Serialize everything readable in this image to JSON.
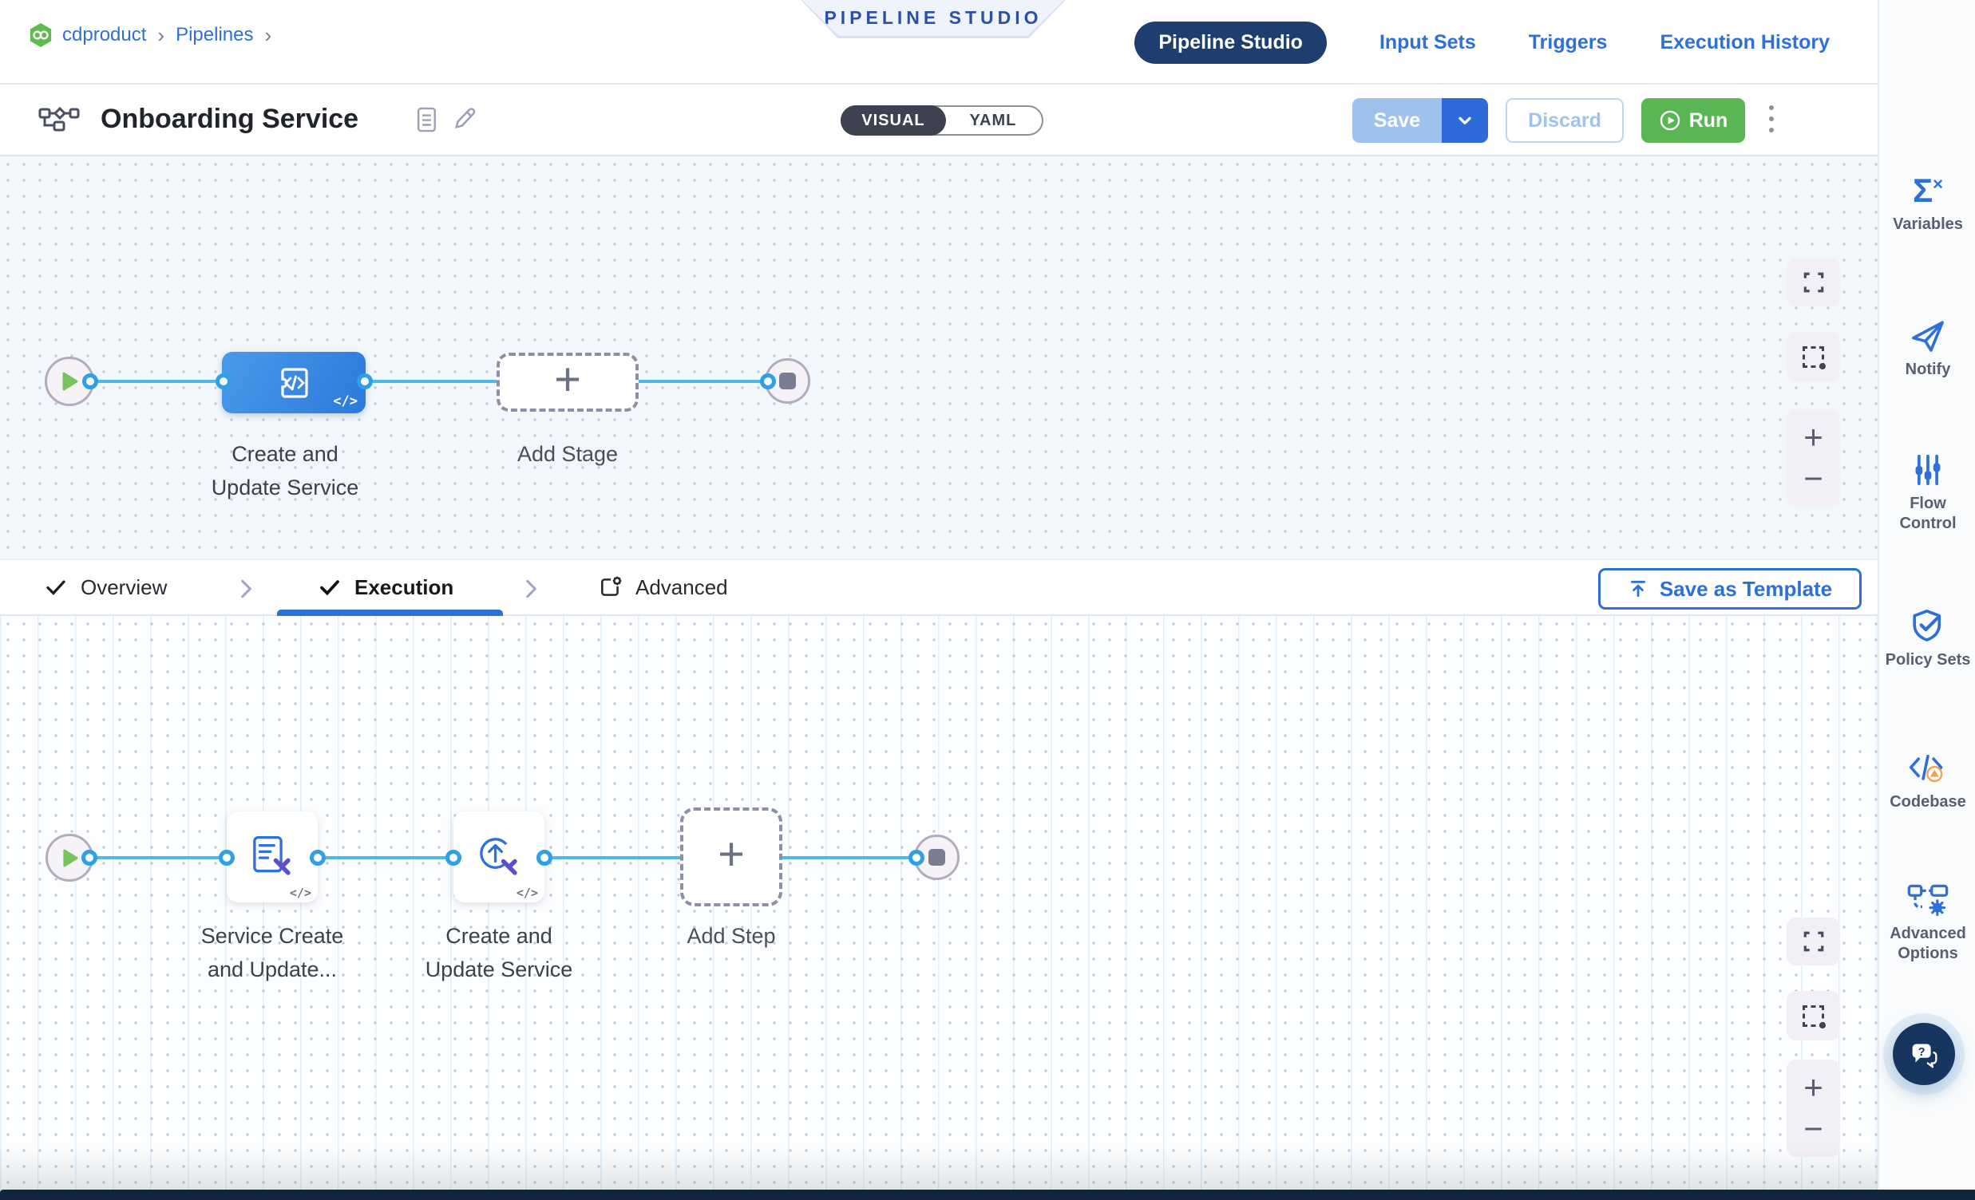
{
  "header": {
    "breadcrumb": {
      "items": [
        "cdproduct",
        "Pipelines"
      ],
      "separator": "›"
    },
    "studio_badge": "PIPELINE STUDIO",
    "nav": {
      "active": "Pipeline Studio",
      "links": [
        "Input Sets",
        "Triggers",
        "Execution History"
      ]
    }
  },
  "toolbar": {
    "title": "Onboarding Service",
    "mode_toggle": {
      "visual": "VISUAL",
      "yaml": "YAML",
      "selected": "VISUAL"
    },
    "save_label": "Save",
    "discard_label": "Discard",
    "run_label": "Run"
  },
  "stage_canvas": {
    "stage1": {
      "line1": "Create and",
      "line2": "Update Service"
    },
    "add_stage_label": "Add Stage",
    "code_badge": "</>"
  },
  "config_tabs": {
    "overview": "Overview",
    "execution": "Execution",
    "advanced": "Advanced",
    "active": "Execution",
    "save_as_template": "Save as Template"
  },
  "step_canvas": {
    "step1": {
      "line1": "Service Create",
      "line2": "and Update..."
    },
    "step2": {
      "line1": "Create and",
      "line2": "Update Service"
    },
    "add_step_label": "Add Step",
    "code_badge": "</>"
  },
  "sidebar": {
    "items": [
      {
        "label": "Variables",
        "icon": "sigma-x-icon"
      },
      {
        "label": "Notify",
        "icon": "paper-plane-icon"
      },
      {
        "label": "Flow Control",
        "icon": "sliders-icon"
      },
      {
        "label": "Policy Sets",
        "icon": "shield-check-icon"
      },
      {
        "label": "Codebase",
        "icon": "code-warning-icon"
      },
      {
        "label": "Advanced Options",
        "icon": "pipeline-gear-icon"
      }
    ],
    "help_icon": "chat-question-icon"
  },
  "colors": {
    "link_blue": "#2e6fd8",
    "navy_pill": "#1d3e6f",
    "run_green": "#5ab554",
    "save_disabled": "#9fc2ec",
    "connector_blue": "#4cb9ed",
    "stage_gradient_start": "#4a9aec",
    "stage_gradient_end": "#2c79da",
    "canvas1_bg": "#f1f7fb",
    "canvas2_bg": "#fcfdfe"
  }
}
